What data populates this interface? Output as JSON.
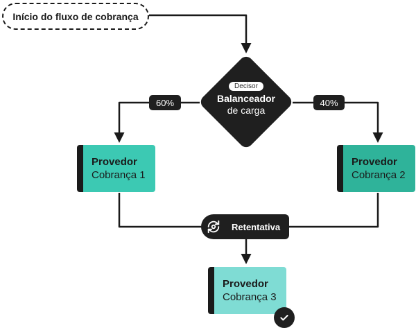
{
  "start": {
    "label": "Início do fluxo de cobrança"
  },
  "decision": {
    "tag": "Decisor",
    "title": "Balanceador",
    "subtitle": "de carga"
  },
  "split": {
    "left_label": "60%",
    "right_label": "40%"
  },
  "providers": [
    {
      "title": "Provedor",
      "subtitle": "Cobrança 1",
      "color": "#3cc9b3"
    },
    {
      "title": "Provedor",
      "subtitle": "Cobrança 2",
      "color": "#2fb39a"
    },
    {
      "title": "Provedor",
      "subtitle": "Cobrança 3",
      "color": "#7fdcd4"
    }
  ],
  "retry": {
    "label": "Retentativa",
    "icon": "retry-icon"
  },
  "done": {
    "icon": "check-icon"
  },
  "colors": {
    "dark": "#1f1f1f",
    "teal": "#3cc9b3"
  }
}
